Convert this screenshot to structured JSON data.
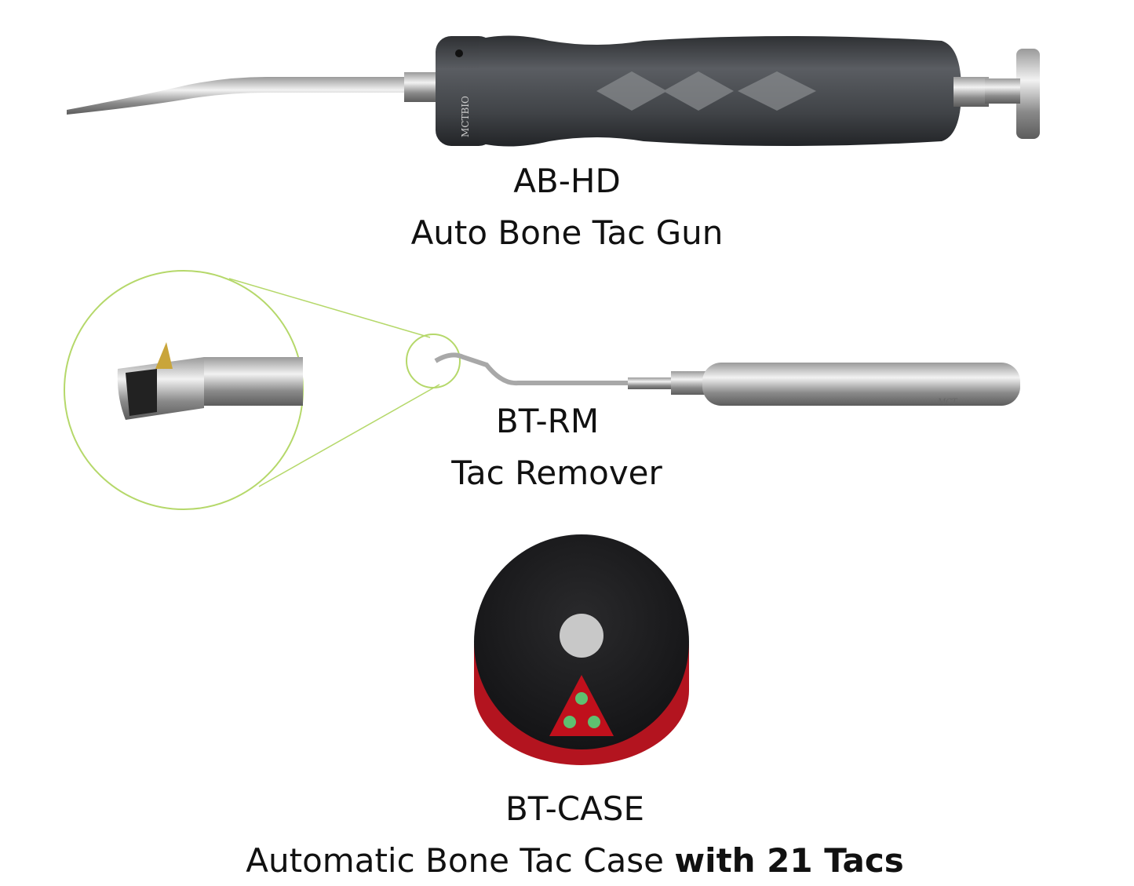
{
  "products": [
    {
      "code": "AB-HD",
      "name": "Auto Bone Tac Gun",
      "engraving": "MCTBIO"
    },
    {
      "code": "BT-RM",
      "name": "Tac Remover",
      "engraving": "MCT"
    },
    {
      "code": "BT-CASE",
      "name": "Automatic Bone Tac Case",
      "name_bold": "with 21 Tacs"
    }
  ],
  "colors": {
    "accent_circle": "#b5d86a",
    "case_red": "#b3141f",
    "handle_gray": "#4a4d52"
  }
}
